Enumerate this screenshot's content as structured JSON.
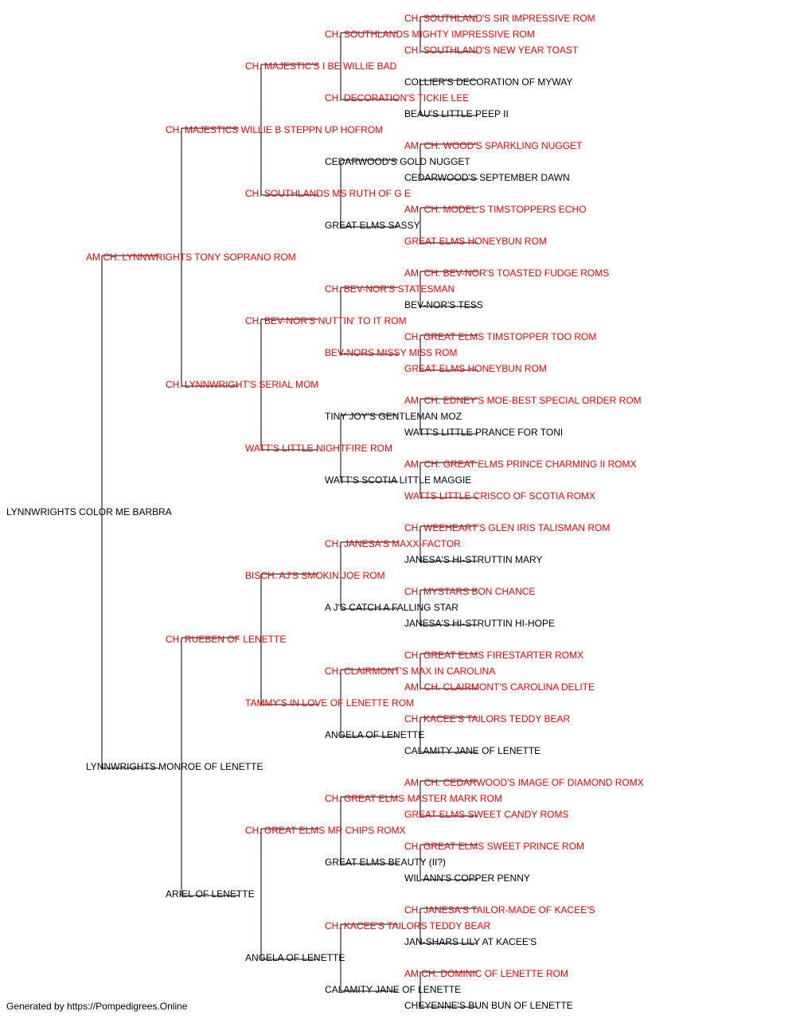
{
  "colors": {
    "champion": "#ff0000",
    "regular": "#000000",
    "line": "#000000"
  },
  "pedigree": [
    {
      "name": "LYNNWRIGHTS COLOR ME BARBRA",
      "champion": false
    },
    {
      "name": "AM CH. LYNNWRIGHTS TONY SOPRANO ROM",
      "champion": true
    },
    {
      "name": "LYNNWRIGHTS MONROE OF LENETTE",
      "champion": false
    },
    {
      "name": "CH. MAJESTICS WILLIE B STEPPN UP HOFROM",
      "champion": true
    },
    {
      "name": "CH. LYNNWRIGHT'S SERIAL MOM",
      "champion": true
    },
    {
      "name": "CH. RUEBEN OF LENETTE",
      "champion": true
    },
    {
      "name": "ARIEL OF LENETTE",
      "champion": false
    },
    {
      "name": "CH. MAJESTIC'S I BE WILLIE BAD",
      "champion": true
    },
    {
      "name": "CH. SOUTHLANDS MS RUTH OF G E",
      "champion": true
    },
    {
      "name": "CH. BEV-NOR'S NUTTIN' TO IT ROM",
      "champion": true
    },
    {
      "name": "WATT'S LITTLE NIGHTFIRE ROM",
      "champion": true
    },
    {
      "name": "BISCH. AJ'S SMOKIN JOE ROM",
      "champion": true
    },
    {
      "name": "TAMMY'S IN LOVE OF LENETTE ROM",
      "champion": true
    },
    {
      "name": "CH. GREAT ELMS MR CHIPS ROMX",
      "champion": true
    },
    {
      "name": "ANGELA OF LENETTE",
      "champion": false
    },
    {
      "name": "CH. SOUTHLANDS MIGHTY IMPRESSIVE ROM",
      "champion": true
    },
    {
      "name": "CH. DECORATION'S TICKIE LEE",
      "champion": true
    },
    {
      "name": "CEDARWOOD'S GOLD NUGGET",
      "champion": false
    },
    {
      "name": "GREAT ELMS SASSY",
      "champion": false
    },
    {
      "name": "CH. BEV-NOR'S STATESMAN",
      "champion": true
    },
    {
      "name": "BEV-NORS MISSY MISS ROM",
      "champion": true
    },
    {
      "name": "TINY JOY'S GENTLEMAN MOZ",
      "champion": false
    },
    {
      "name": "WATT'S SCOTIA LITTLE MAGGIE",
      "champion": false
    },
    {
      "name": "CH. JANESA'S MAXX-FACTOR",
      "champion": true
    },
    {
      "name": "A J'S CATCH A FALLING STAR",
      "champion": false
    },
    {
      "name": "CH. CLAIRMONT'S MAX IN CAROLINA",
      "champion": true
    },
    {
      "name": "ANGELA OF LENETTE",
      "champion": false
    },
    {
      "name": "CH. GREAT ELMS MASTER MARK ROM",
      "champion": true
    },
    {
      "name": "GREAT ELMS BEAUTY (II?)",
      "champion": false
    },
    {
      "name": "CH. KACEE'S TAILORS TEDDY BEAR",
      "champion": true
    },
    {
      "name": "CALAMITY JANE OF LENETTE",
      "champion": false
    },
    {
      "name": "CH. SOUTHLAND'S SIR IMPRESSIVE ROM",
      "champion": true
    },
    {
      "name": "CH. SOUTHLAND'S NEW YEAR TOAST",
      "champion": true
    },
    {
      "name": "COLLIER'S DECORATION OF MYWAY",
      "champion": false
    },
    {
      "name": "BEAU'S LITTLE PEEP II",
      "champion": false
    },
    {
      "name": "AM. CH. WOOD'S SPARKLING NUGGET",
      "champion": true
    },
    {
      "name": "CEDARWOOD'S SEPTEMBER DAWN",
      "champion": false
    },
    {
      "name": "AM. CH. MODEL'S TIMSTOPPERS ECHO",
      "champion": true
    },
    {
      "name": "GREAT ELMS HONEYBUN ROM",
      "champion": true
    },
    {
      "name": "AM. CH. BEV-NOR'S TOASTED FUDGE ROMS",
      "champion": true
    },
    {
      "name": "BEV-NOR'S TESS",
      "champion": false
    },
    {
      "name": "CH. GREAT ELMS TIMSTOPPER TOO ROM",
      "champion": true
    },
    {
      "name": "GREAT ELMS HONEYBUN ROM",
      "champion": true
    },
    {
      "name": "AM. CH. EDNEY'S MOE-BEST SPECIAL ORDER ROM",
      "champion": true
    },
    {
      "name": "WATT'S LITTLE PRANCE FOR TONI",
      "champion": false
    },
    {
      "name": "AM. CH. GREAT ELMS PRINCE CHARMING II ROMX",
      "champion": true
    },
    {
      "name": "WATTS LITTLE CRISCO OF SCOTIA ROMX",
      "champion": true
    },
    {
      "name": "CH. WEEHEART'S GLEN IRIS TALISMAN ROM",
      "champion": true
    },
    {
      "name": "JANESA'S HI-STRUTTIN MARY",
      "champion": false
    },
    {
      "name": "CH. MYSTARS BON CHANCE",
      "champion": true
    },
    {
      "name": "JANESA'S HI-STRUTTIN HI-HOPE",
      "champion": false
    },
    {
      "name": "CH. GREAT ELMS FIRESTARTER ROMX",
      "champion": true
    },
    {
      "name": "AM. CH. CLAIRMONT'S CAROLINA DELITE",
      "champion": true
    },
    {
      "name": "CH. KACEE'S TAILORS TEDDY BEAR",
      "champion": true
    },
    {
      "name": "CALAMITY JANE OF LENETTE",
      "champion": false
    },
    {
      "name": "AM. CH. CEDARWOOD'S IMAGE OF DIAMOND ROMX",
      "champion": true
    },
    {
      "name": "GREAT ELMS SWEET CANDY ROMS",
      "champion": true
    },
    {
      "name": "CH. GREAT ELMS SWEET PRINCE ROM",
      "champion": true
    },
    {
      "name": "WIL ANN'S COPPER PENNY",
      "champion": false
    },
    {
      "name": "CH. JANESA'S TAILOR-MADE OF KACEE'S",
      "champion": true
    },
    {
      "name": "JAN-SHARS LILY AT KACEE'S",
      "champion": false
    },
    {
      "name": "AM CH. DOMINIC OF LENETTE ROM",
      "champion": true
    },
    {
      "name": "CHEYENNE'S BUN BUN OF LENETTE",
      "champion": false
    }
  ],
  "footer": {
    "text": "Generated by https://Pompedigrees.Online"
  }
}
